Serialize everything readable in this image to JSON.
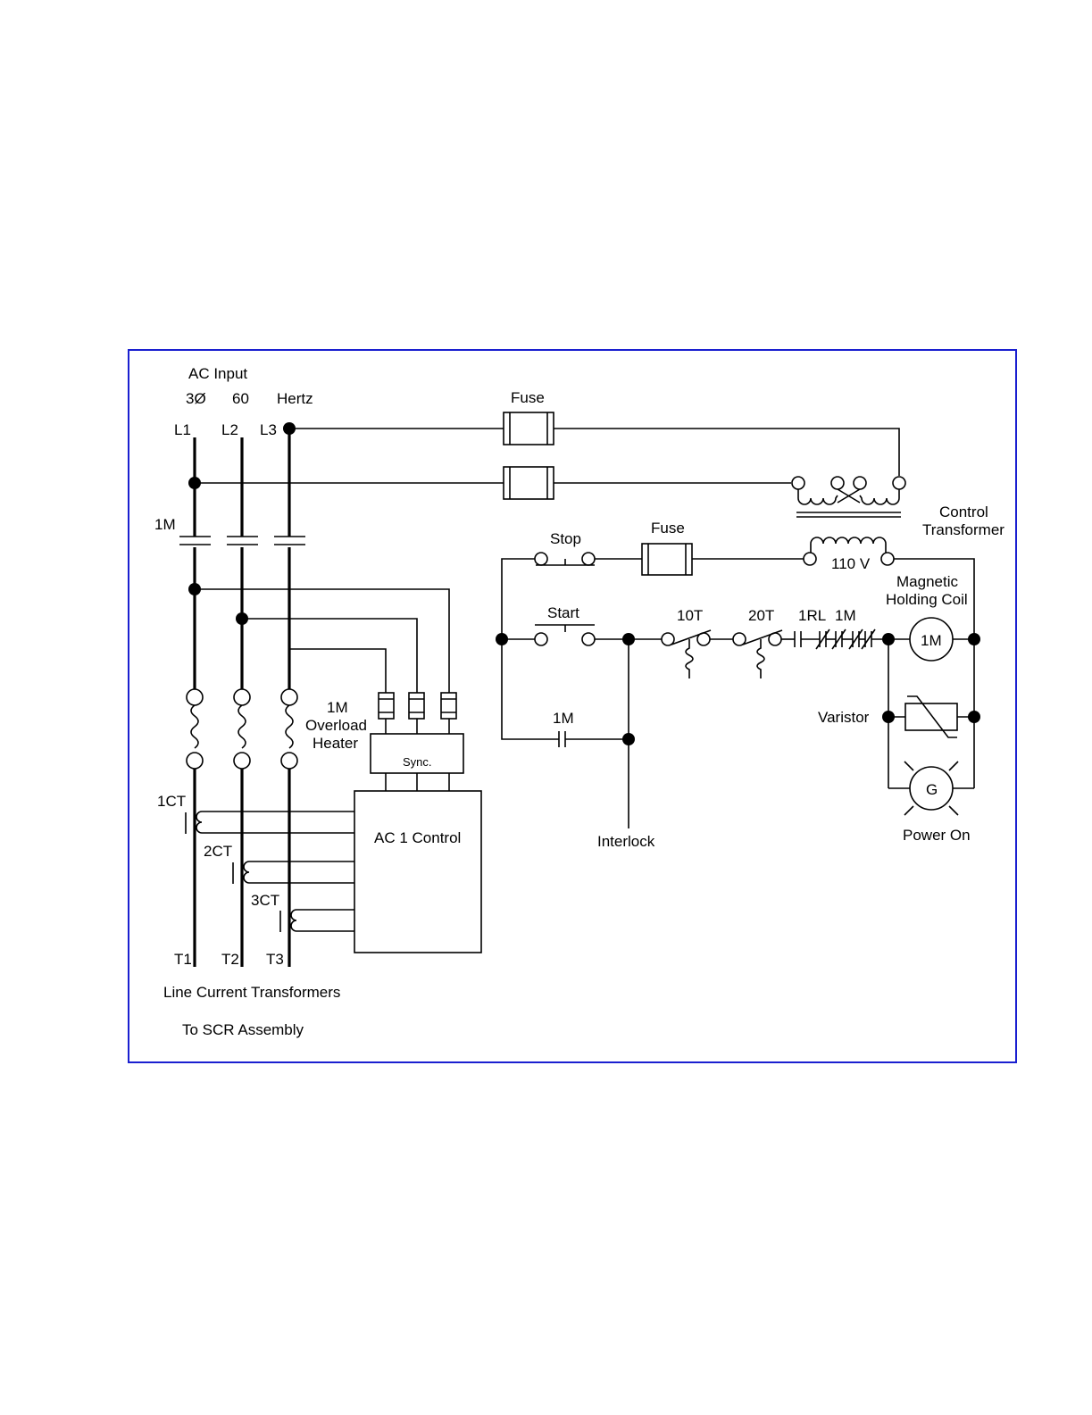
{
  "labels": {
    "ac_input": "AC Input",
    "phase": "3Ø",
    "freq": "60",
    "hertz": "Hertz",
    "l1": "L1",
    "l2": "L2",
    "l3": "L3",
    "fuse_top": "Fuse",
    "fuse_ctrl": "Fuse",
    "contact_1m": "1M",
    "control_transformer_1": "Control",
    "control_transformer_2": "Transformer",
    "stop": "Stop",
    "start": "Start",
    "volts": "110 V",
    "holding_coil_1": "Magnetic",
    "holding_coil_2": "Holding Coil",
    "t10": "10T",
    "t20": "20T",
    "rl1": "1RL",
    "m1_contact": "1M",
    "coil_1m": "1M",
    "varistor": "Varistor",
    "lamp": "G",
    "power_on": "Power On",
    "seal_1m": "1M",
    "interlock": "Interlock",
    "overload_1": "1M",
    "overload_2": "Overload",
    "overload_3": "Heater",
    "sync": "Sync.",
    "ac_control": "AC 1 Control",
    "ct1": "1CT",
    "ct2": "2CT",
    "ct3": "3CT",
    "t1": "T1",
    "t2": "T2",
    "t3": "T3",
    "line_ct": "Line Current Transformers",
    "to_scr": "To SCR Assembly"
  },
  "colors": {
    "frame": "#1a1fd0",
    "ink": "#000000"
  }
}
